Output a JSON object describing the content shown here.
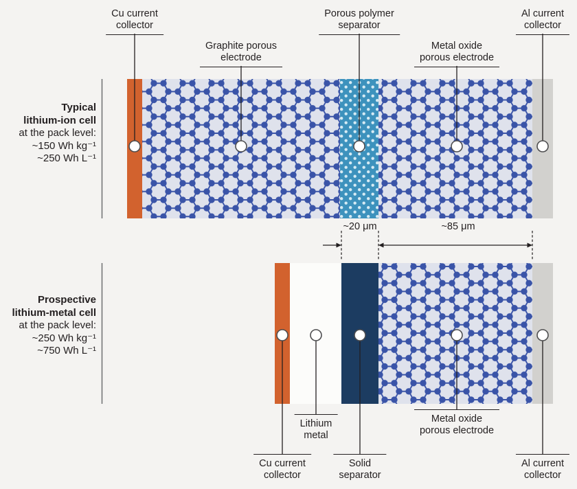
{
  "figure": {
    "top_cell": {
      "side": {
        "title1": "Typical",
        "title2": "lithium-ion cell",
        "subtitle": "at the pack level:",
        "metric1": "~150 Wh kg⁻¹",
        "metric2": "~250 Wh L⁻¹"
      },
      "labels": {
        "cu1": "Cu current",
        "cu2": "collector",
        "graphite1": "Graphite porous",
        "graphite2": "electrode",
        "sep1": "Porous polymer",
        "sep2": "separator",
        "mo1": "Metal oxide",
        "mo2": "porous electrode",
        "al1": "Al current",
        "al2": "collector"
      }
    },
    "dims": {
      "separator": "~20 μm",
      "electrode": "~85 μm"
    },
    "bottom_cell": {
      "side": {
        "title1": "Prospective",
        "title2": "lithium-metal cell",
        "subtitle": "at the pack level:",
        "metric1": "~250 Wh kg⁻¹",
        "metric2": "~750 Wh L⁻¹"
      },
      "labels": {
        "li1": "Lithium",
        "li2": "metal",
        "mo1": "Metal oxide",
        "mo2": "porous electrode",
        "cu1": "Cu current",
        "cu2": "collector",
        "ss1": "Solid",
        "ss2": "separator",
        "al1": "Al current",
        "al2": "collector"
      }
    },
    "colors": {
      "background": "#f4f3f1",
      "cu_collector": "#d2622e",
      "al_collector": "#d2d1ce",
      "electrode_bg": "#dfe2ec",
      "electrode_dot": "#3a54a8",
      "porous_separator": "#3d92bd",
      "solid_separator": "#1c3c61",
      "lithium_metal": "#fcfcfa"
    }
  }
}
